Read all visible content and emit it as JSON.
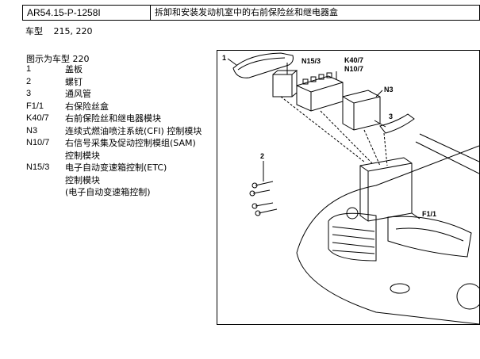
{
  "header": {
    "doc_id": "AR54.15-P-1258I",
    "title": "拆卸和安装发动机室中的右前保险丝和继电器盒"
  },
  "models": {
    "label": "车型",
    "values": "215, 220"
  },
  "figure_caption": "图示为车型 220",
  "legend": [
    {
      "key": "1",
      "lines": [
        "盖板"
      ]
    },
    {
      "key": "2",
      "lines": [
        "螺钉"
      ]
    },
    {
      "key": "3",
      "lines": [
        "通风管"
      ]
    },
    {
      "key": "F1/1",
      "lines": [
        "右保险丝盒"
      ]
    },
    {
      "key": "K40/7",
      "lines": [
        "右前保险丝和继电器模块"
      ]
    },
    {
      "key": "N3",
      "lines": [
        "连续式燃油喷注系统(CFI) 控制模块"
      ]
    },
    {
      "key": "N10/7",
      "lines": [
        "右信号采集及促动控制模组(SAM)",
        "控制模块"
      ]
    },
    {
      "key": "N15/3",
      "lines": [
        "电子自动变速箱控制(ETC)",
        "控制模块",
        "(电子自动变速箱控制)"
      ]
    }
  ],
  "figure_labels": {
    "l1": "1",
    "l2": "2",
    "l3": "3",
    "n15_3": "N15/3",
    "k40_7": "K40/7",
    "n10_7": "N10/7",
    "n3": "N3",
    "f1_1": "F1/1"
  }
}
